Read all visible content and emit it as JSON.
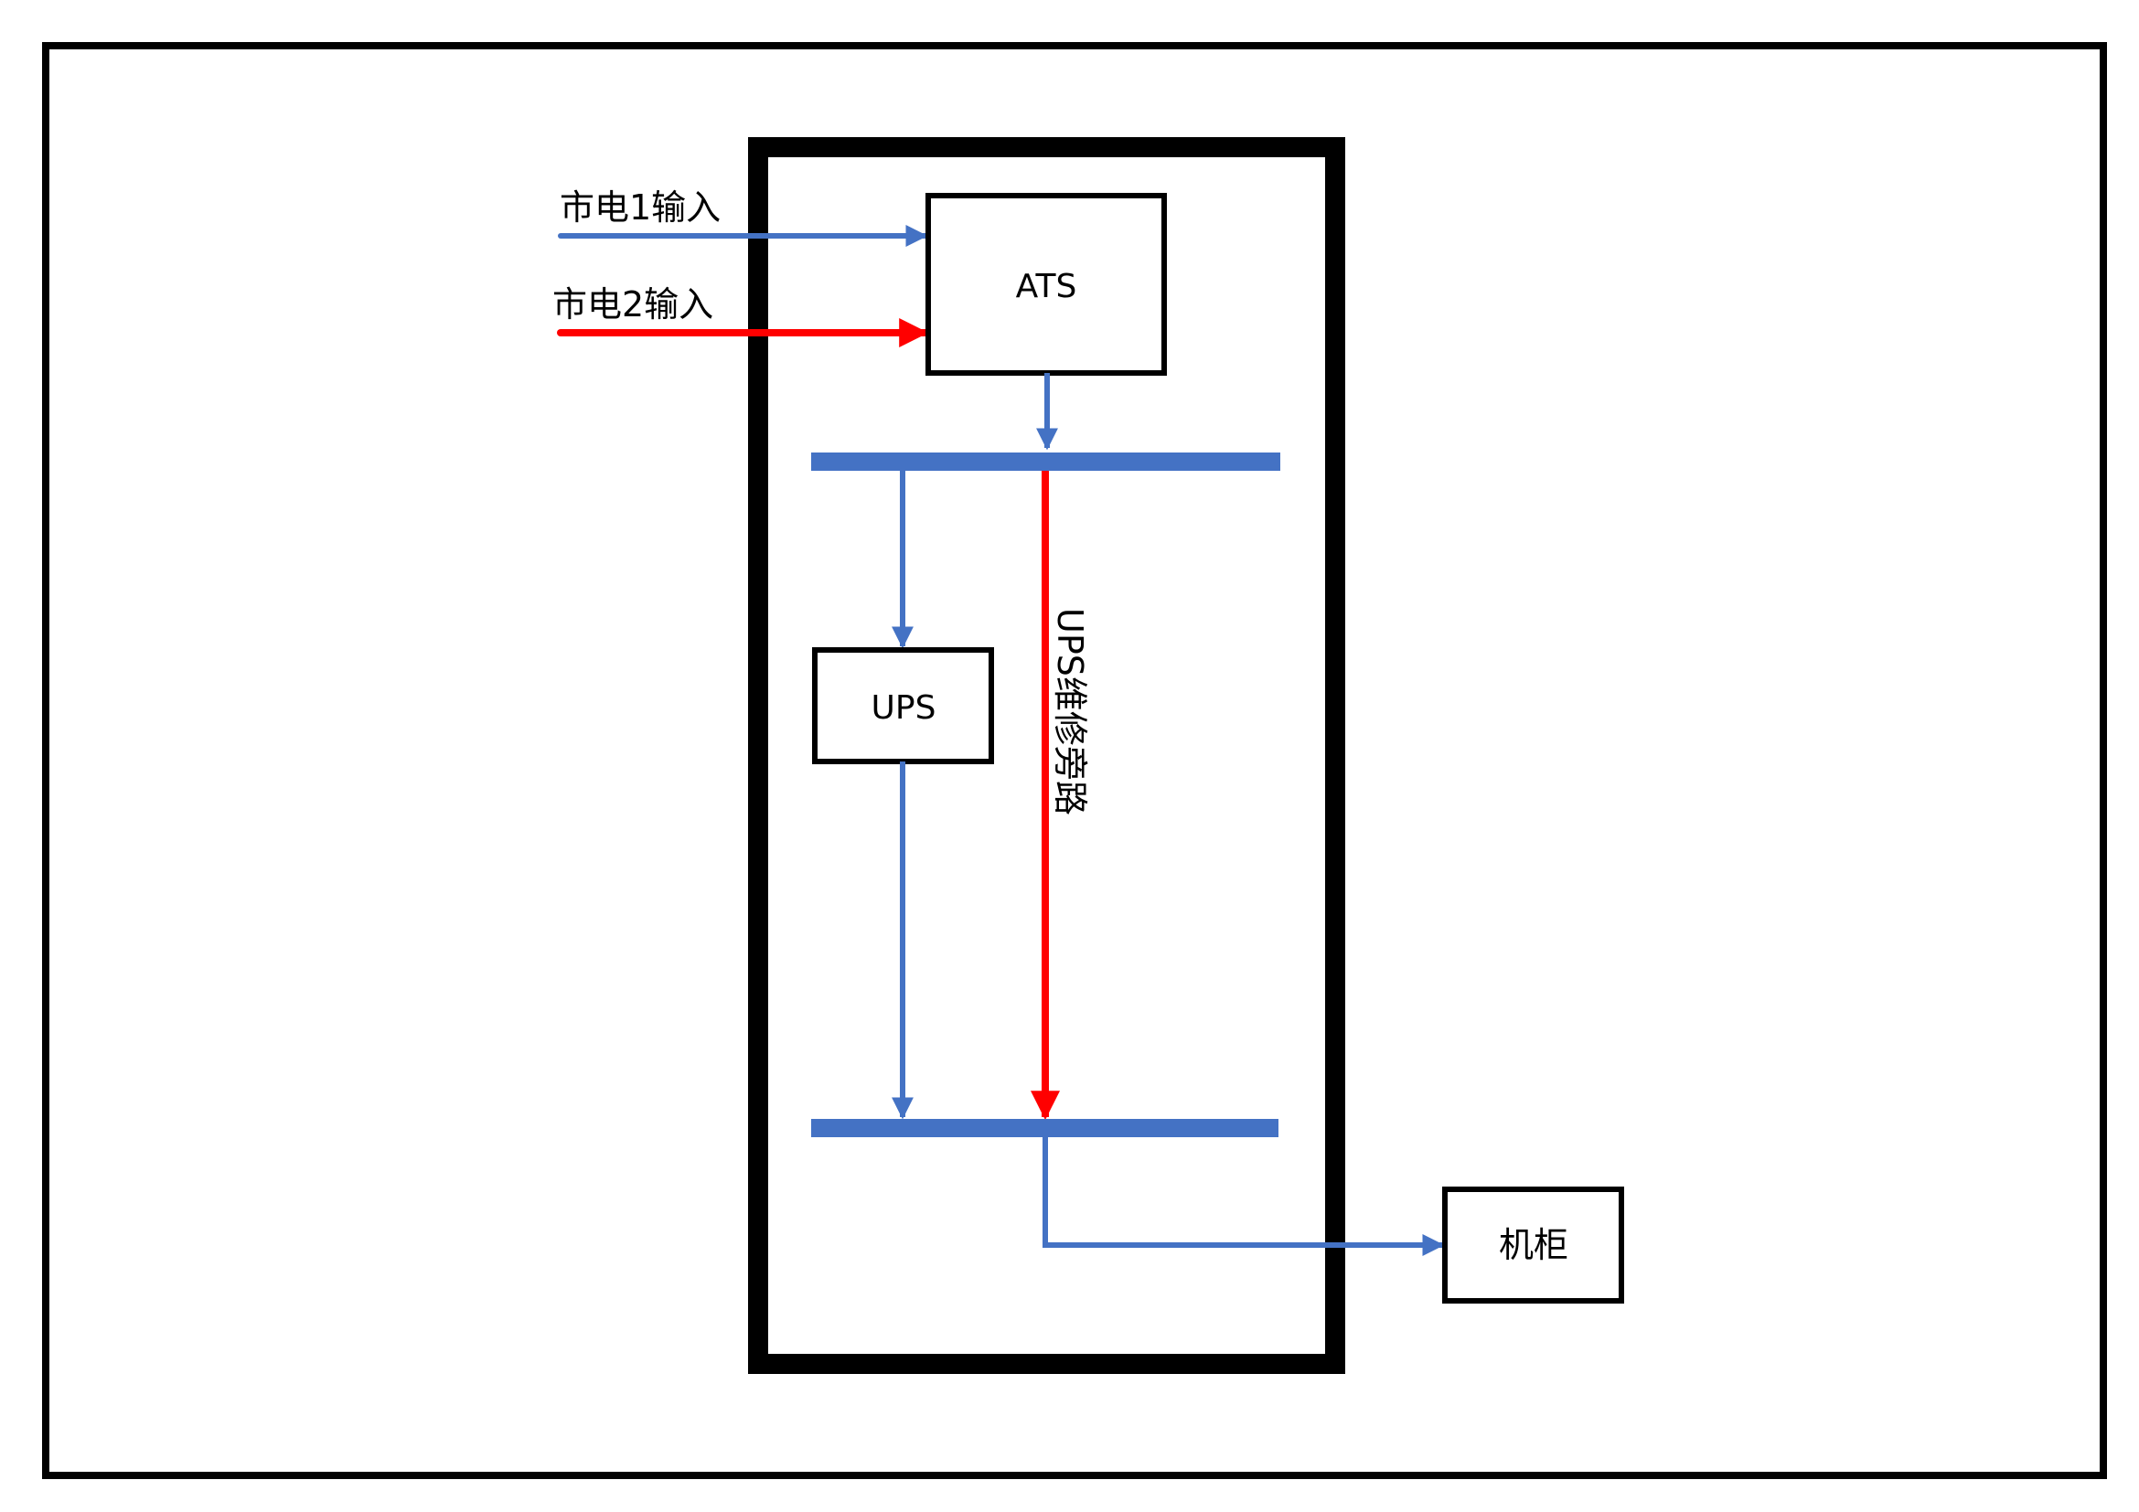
{
  "labels": {
    "mains1_input": "市电1输入",
    "mains2_input": "市电2输入",
    "ats": "ATS",
    "ups": "UPS",
    "ups_bypass": "UPS维修旁路",
    "cabinet": "机柜"
  },
  "colors": {
    "normal_path": "#4472C4",
    "bypass_path": "#FF0000",
    "outline": "#000000",
    "background": "#FFFFFF"
  }
}
